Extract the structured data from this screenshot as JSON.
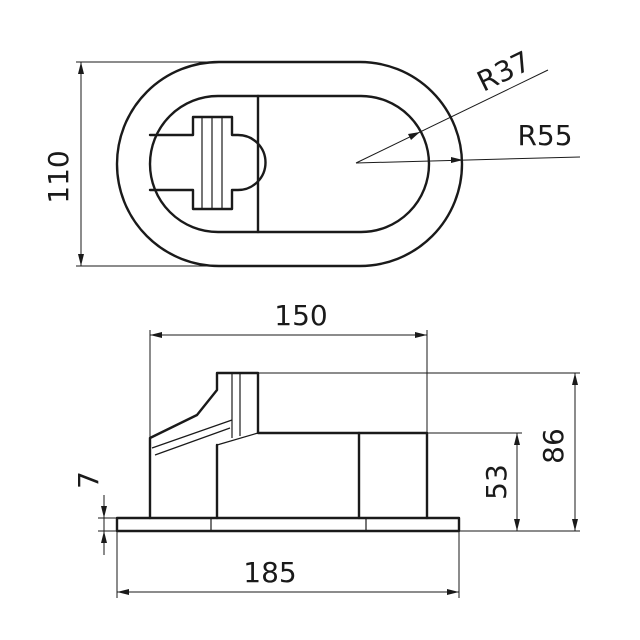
{
  "drawing": {
    "top_view": {
      "height_dim": "110",
      "radius_inner": "R37",
      "radius_outer": "R55"
    },
    "side_view": {
      "width_top_dim": "150",
      "width_base_dim": "185",
      "base_thickness_dim": "7",
      "mid_height_dim": "53",
      "total_height_dim": "86"
    },
    "colors": {
      "line": "#1a1a1a",
      "background": "#ffffff"
    }
  }
}
